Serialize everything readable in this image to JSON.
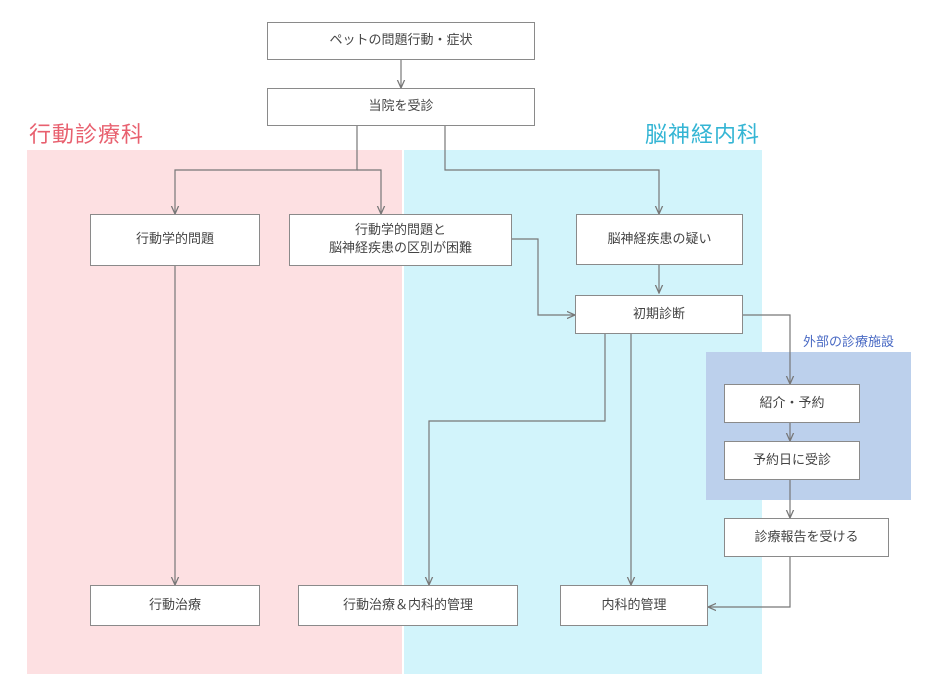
{
  "colors": {
    "behavior_region": "#fde0e2",
    "neuro_region": "#d2f4fb",
    "external_region": "#bcd0ec",
    "behavior_label": "#e8606f",
    "neuro_label": "#34b5d4",
    "external_label": "#4a6ac4",
    "node_border": "#8a8a8a",
    "arrow": "#777777"
  },
  "regions": {
    "behavior": {
      "label": "行動診療科"
    },
    "neuro": {
      "label": "脳神経内科"
    },
    "external": {
      "label": "外部の診療施設"
    }
  },
  "nodes": {
    "symptoms": "ペットの問題行動・症状",
    "visit": "当院を受診",
    "behavioral_problem": "行動学的問題",
    "hard_to_distinguish": "行動学的問題と\n脳神経疾患の区別が困難",
    "suspected_neuro": "脳神経疾患の疑い",
    "initial_diagnosis": "初期診断",
    "referral": "紹介・予約",
    "appointment_visit": "予約日に受診",
    "receive_report": "診療報告を受ける",
    "behavior_therapy": "行動治療",
    "combined_management": "行動治療＆内科的管理",
    "medical_management": "内科的管理"
  }
}
